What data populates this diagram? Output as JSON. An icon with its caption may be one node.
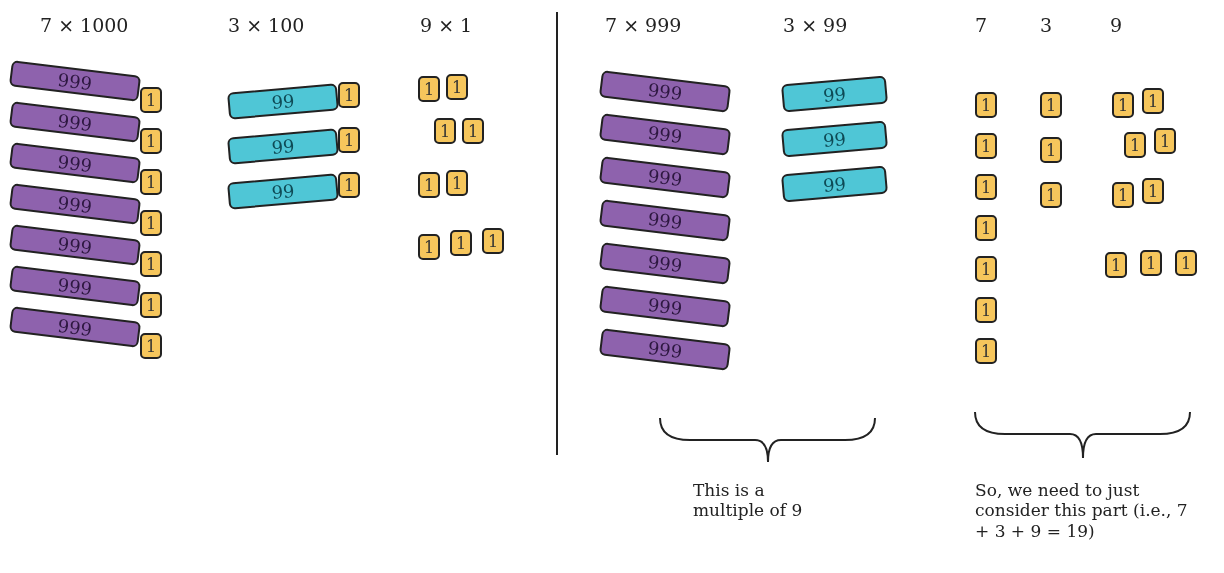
{
  "diagram": {
    "nodes": [
      {
        "text": [
          "999"
        ]
      },
      {
        "text": [
          "1"
        ]
      },
      {
        "text": [
          "999"
        ]
      },
      {
        "text": [
          "1"
        ]
      },
      {
        "text": [
          "999"
        ]
      },
      {
        "text": [
          "1"
        ]
      },
      {
        "text": [
          "999"
        ]
      },
      {
        "text": [
          "1"
        ]
      },
      {
        "text": [
          "999"
        ]
      },
      {
        "text": [
          "1"
        ]
      },
      {
        "text": [
          "999"
        ]
      },
      {
        "text": [
          "1"
        ]
      },
      {
        "text": [
          "999"
        ]
      },
      {
        "text": [
          "1"
        ]
      },
      {
        "text": [
          "99"
        ]
      },
      {
        "text": [
          "1"
        ]
      },
      {
        "text": [
          "99"
        ]
      },
      {
        "text": [
          "1"
        ]
      },
      {
        "text": [
          "99"
        ]
      },
      {
        "text": [
          "1"
        ]
      },
      {
        "text": [
          "1"
        ]
      },
      {
        "text": [
          "1"
        ]
      },
      {
        "text": [
          "1"
        ]
      },
      {
        "text": [
          "1"
        ]
      },
      {
        "text": [
          "1"
        ]
      },
      {
        "text": [
          "1"
        ]
      },
      {
        "text": [
          "1"
        ]
      },
      {
        "text": [
          "1"
        ]
      },
      {
        "text": [
          "1"
        ]
      },
      {
        "text": [
          "999"
        ]
      },
      {
        "text": [
          "999"
        ]
      },
      {
        "text": [
          "999"
        ]
      },
      {
        "text": [
          "999"
        ]
      },
      {
        "text": [
          "999"
        ]
      },
      {
        "text": [
          "999"
        ]
      },
      {
        "text": [
          "999"
        ]
      },
      {
        "text": [
          "99"
        ]
      },
      {
        "text": [
          "99"
        ]
      },
      {
        "text": [
          "99"
        ]
      },
      {
        "text": [
          "1"
        ]
      },
      {
        "text": [
          "1"
        ]
      },
      {
        "text": [
          "1"
        ]
      },
      {
        "text": [
          "1"
        ]
      },
      {
        "text": [
          "1"
        ]
      },
      {
        "text": [
          "1"
        ]
      },
      {
        "text": [
          "1"
        ]
      },
      {
        "text": [
          "1"
        ]
      },
      {
        "text": [
          "1"
        ]
      },
      {
        "text": [
          "1"
        ]
      },
      {
        "text": [
          "1"
        ]
      },
      {
        "text": [
          "1"
        ]
      },
      {
        "text": [
          "1"
        ]
      },
      {
        "text": [
          "1"
        ]
      },
      {
        "text": [
          "1"
        ]
      },
      {
        "text": [
          "1"
        ]
      },
      {
        "text": [
          "1"
        ]
      },
      {
        "text": [
          "1"
        ]
      },
      {
        "text": [
          "1"
        ]
      }
    ],
    "labels": [
      "7 × 1000",
      "3 × 100",
      "9 × 1",
      "7 × 999",
      "3 × 99",
      "7",
      "3",
      "9",
      "This is a multiple of 9",
      "So, we need to just consider this part (i.e., 7 + 3 + 9 = 19)"
    ]
  }
}
